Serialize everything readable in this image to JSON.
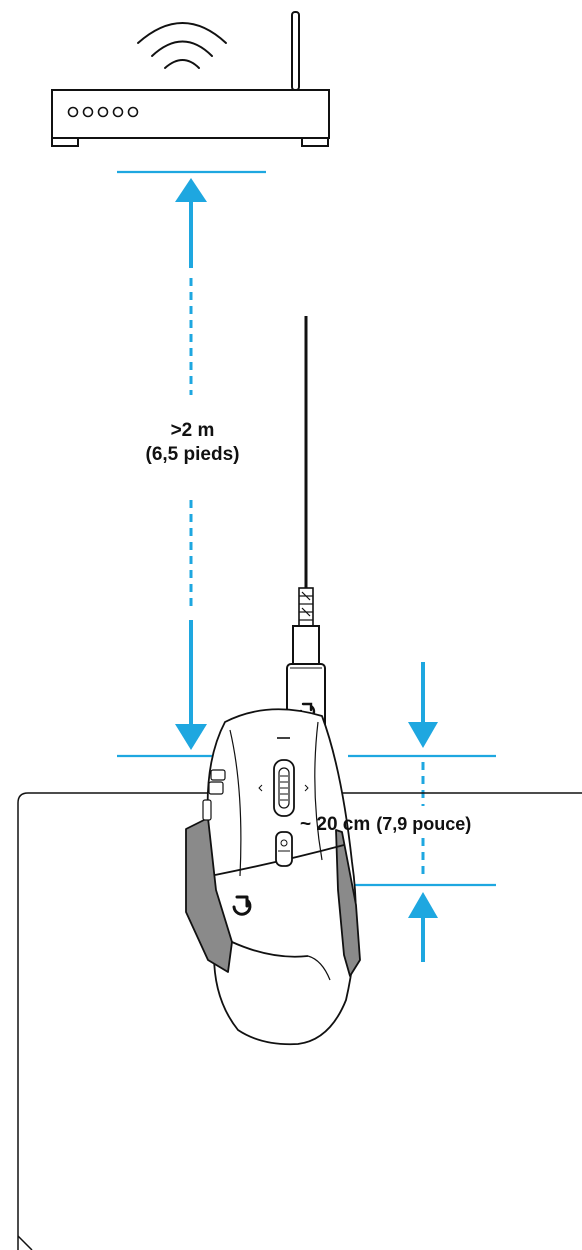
{
  "labels": {
    "distance_router": ">2 m",
    "distance_router_imperial": "(6,5 pieds)",
    "distance_mouse": "~ 20 cm",
    "distance_mouse_imperial": "(7,9 pouce)"
  },
  "icons": [
    "wifi-icon",
    "router-icon",
    "usb-receiver-icon",
    "logitech-g-logo",
    "gaming-mouse-icon",
    "arrow-up-icon",
    "arrow-down-icon"
  ],
  "colors": {
    "accent": "#1ea7e0",
    "outline": "#111111",
    "grip": "#8a8a8a"
  }
}
